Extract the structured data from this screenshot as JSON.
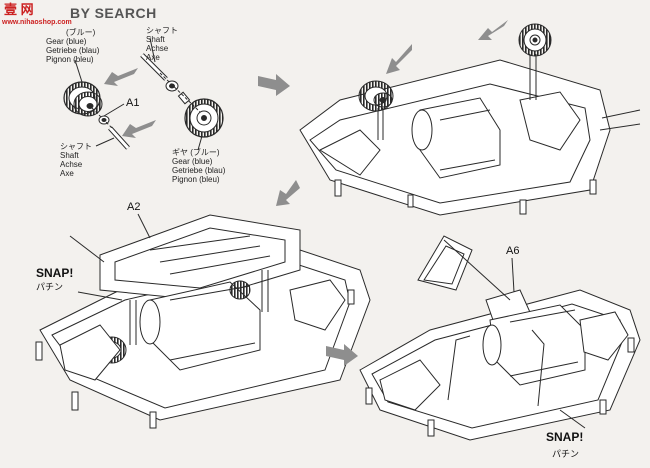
{
  "header": {
    "watermark_logo": "壹 网",
    "watermark_url": "www.nihaoshop.com",
    "title": "BY SEARCH"
  },
  "step1": {
    "shaft_top": [
      "シャフト",
      "Shaft",
      "Achse",
      "Axe"
    ],
    "gear_top": [
      "(ブルー)",
      "Gear (blue)",
      "Getriebe (blau)",
      "Pignon (bleu)"
    ],
    "part_label": "A1",
    "shaft_bottom": [
      "シャフト",
      "Shaft",
      "Achse",
      "Axe"
    ],
    "gear_bottom": [
      "ギヤ (ブルー)",
      "Gear (blue)",
      "Getriebe (blau)",
      "Pignon (bleu)"
    ]
  },
  "step3": {
    "part_label": "A2",
    "snap": "SNAP!",
    "snap_jp": "パチン"
  },
  "step4": {
    "part_label": "A6",
    "snap": "SNAP!",
    "snap_jp": "パチン"
  },
  "colors": {
    "line": "#2a2a2a",
    "arrow": "#8e8e8e",
    "background": "#f3f1ee"
  }
}
